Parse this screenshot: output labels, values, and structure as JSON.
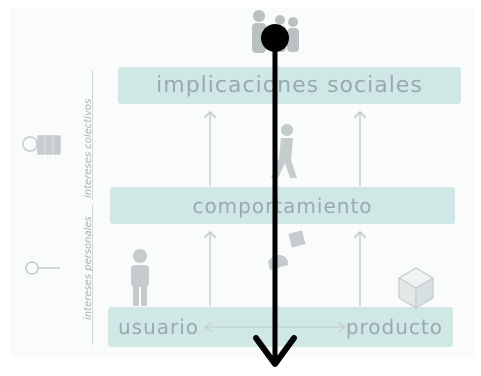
{
  "boxes": {
    "top": "implicaciones sociales",
    "middle": "comportamiento",
    "bottom_left": "usuario",
    "bottom_right": "producto"
  },
  "side_labels": {
    "upper": "intereses colectivos",
    "lower": "intereses personales"
  },
  "colors": {
    "box_fill": "#cfe8e6",
    "box_text": "#9aa9ab",
    "overlay_arrow": "#000000",
    "faint_arrow": "#c5cfd0"
  },
  "icons": [
    "group-people-icon",
    "person-icon",
    "walking-person-icon",
    "product-cube-icon",
    "collective-target-icon",
    "personal-target-icon"
  ]
}
